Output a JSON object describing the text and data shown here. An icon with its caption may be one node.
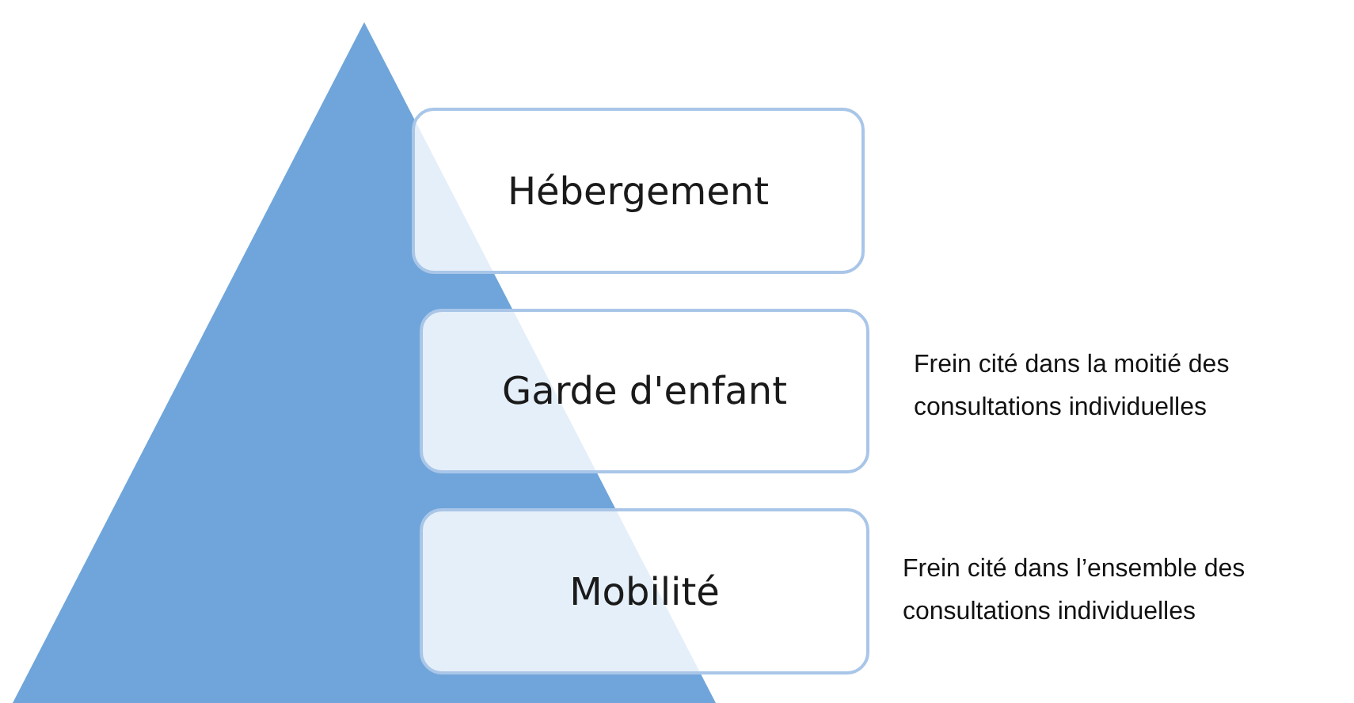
{
  "diagram": {
    "nodes": [
      {
        "text": [
          "Hébergement"
        ]
      },
      {
        "text": [
          "Garde d'enfant"
        ],
        "beside": [
          "Frein cité dans la moitié des consultations individuelles"
        ]
      },
      {
        "text": [
          "Mobilité"
        ],
        "beside": [
          "Frein cité dans l’ensemble des consultations individuelles"
        ]
      }
    ]
  }
}
